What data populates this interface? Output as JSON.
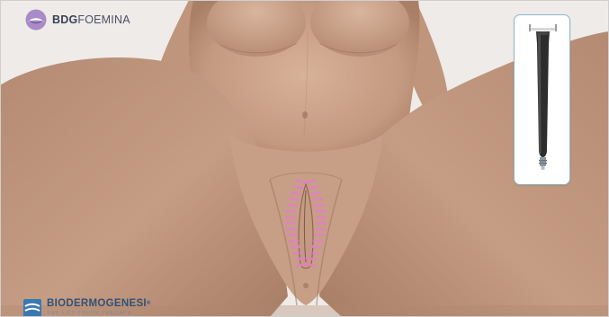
{
  "top_brand": {
    "bold": "BDG",
    "rest": "FOEMINA",
    "icon": "bdg-foemina-logo-icon"
  },
  "bottom_brand": {
    "name": "BIODERMOGENESI",
    "registered_mark": "®",
    "tagline": "THE LIFT-TOUCH THERAPY",
    "icon": "biodermogenesi-logo-icon"
  },
  "device_panel": {
    "icon": "handpiece-probe-icon"
  },
  "colors": {
    "skin": "#c49a80",
    "skin_shadow": "#a37a62",
    "skin_light": "#d9b49b",
    "background": "#eeebe9",
    "treatment_dots": "#e57ad0",
    "card_border": "#8fb6c9",
    "brand_purple": "#8e6ab3",
    "brand_blue": "#2e5177"
  }
}
